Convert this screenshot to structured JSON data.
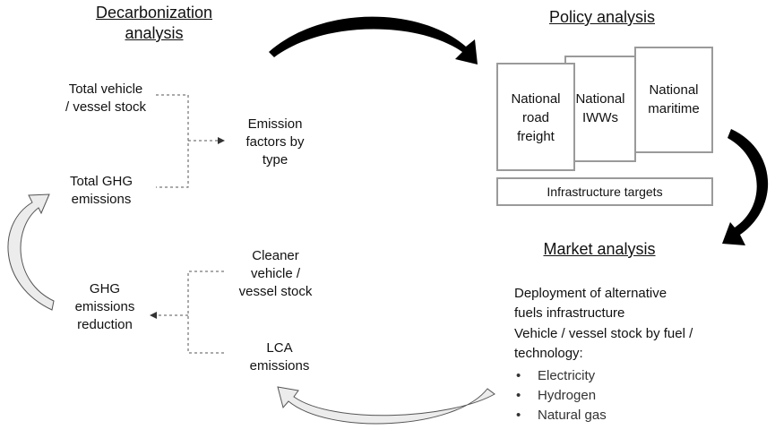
{
  "decarbonization": {
    "heading": [
      "Decarbonization",
      "analysis"
    ],
    "total_stock": [
      "Total vehicle",
      "/ vessel stock"
    ],
    "total_ghg": [
      "Total GHG",
      "emissions"
    ],
    "emission_factors": [
      "Emission",
      "factors by",
      "type"
    ],
    "ghg_reduction": [
      "GHG",
      "emissions",
      "reduction"
    ],
    "cleaner_stock": [
      "Cleaner",
      "vehicle /",
      "vessel stock"
    ],
    "lca": [
      "LCA",
      "emissions"
    ]
  },
  "policy": {
    "heading": "Policy analysis",
    "boxes": [
      [
        "National",
        "road",
        "freight"
      ],
      [
        "National",
        "IWWs"
      ],
      [
        "National",
        "maritime"
      ]
    ],
    "infrastructure": "Infrastructure targets"
  },
  "market": {
    "heading": "Market analysis",
    "deployment": [
      "Deployment of alternative",
      "fuels infrastructure"
    ],
    "stock_by_fuel": [
      "Vehicle / vessel stock by fuel /",
      "technology:"
    ],
    "bullets": [
      "Electricity",
      "Hydrogen",
      "Natural gas"
    ]
  },
  "colors": {
    "box_border": "#9a9a9a",
    "arrow_black": "#000000",
    "arrow_outline_fill": "#e8e8e8",
    "dotted_line": "#555555"
  }
}
